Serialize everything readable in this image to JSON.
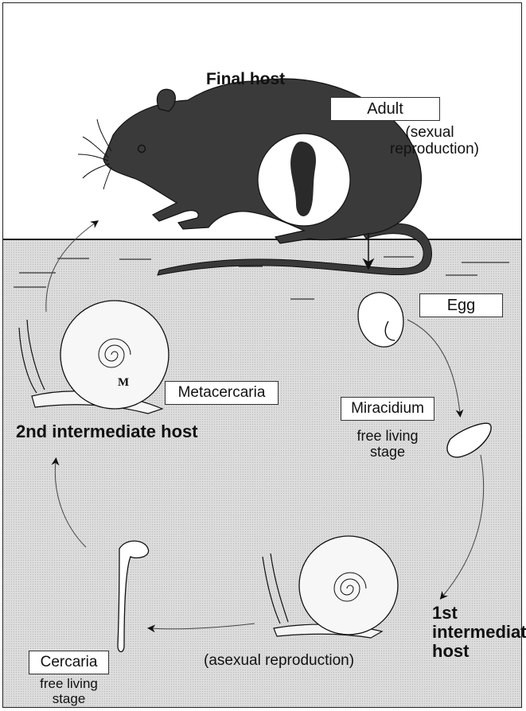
{
  "labels": {
    "final_host": "Final host",
    "adult": "Adult",
    "adult_note_1": "(sexual",
    "adult_note_2": "reproduction)",
    "egg": "Egg",
    "miracidium": "Miracidium",
    "miracidium_note_1": "free living",
    "miracidium_note_2": "stage",
    "first_host_1": "1st",
    "first_host_2": "intermediate",
    "first_host_3": "host",
    "asexual": "(asexual reproduction)",
    "cercaria": "Cercaria",
    "cercaria_note_1": "free living",
    "cercaria_note_2": "stage",
    "metacercaria": "Metacercaria",
    "second_host": "2nd intermediate host",
    "shell_marker": "M"
  },
  "colors": {
    "rat": "#3a3a3a",
    "water": "#dcdcdc",
    "line": "#222222"
  }
}
